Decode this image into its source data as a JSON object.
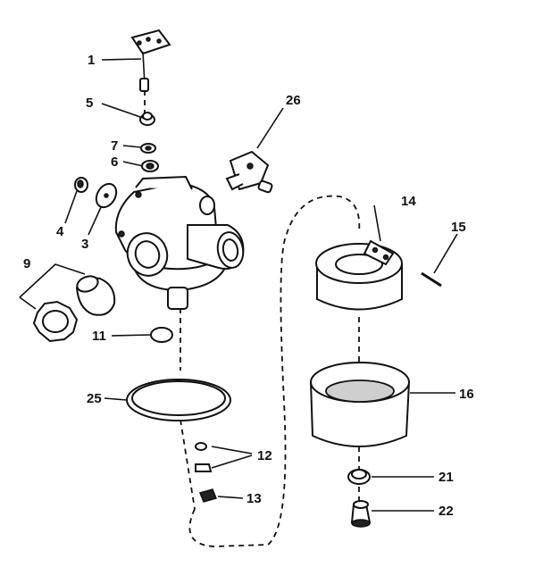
{
  "labels": {
    "p1": "1",
    "p5": "5",
    "p26": "26",
    "p7": "7",
    "p6": "6",
    "p4": "4",
    "p3": "3",
    "p9": "9",
    "p14": "14",
    "p15": "15",
    "p11": "11",
    "p25": "25",
    "p16": "16",
    "p12": "12",
    "p13": "13",
    "p21": "21",
    "p22": "22"
  },
  "colors": {
    "ink": "#111111",
    "paper": "#ffffff"
  }
}
